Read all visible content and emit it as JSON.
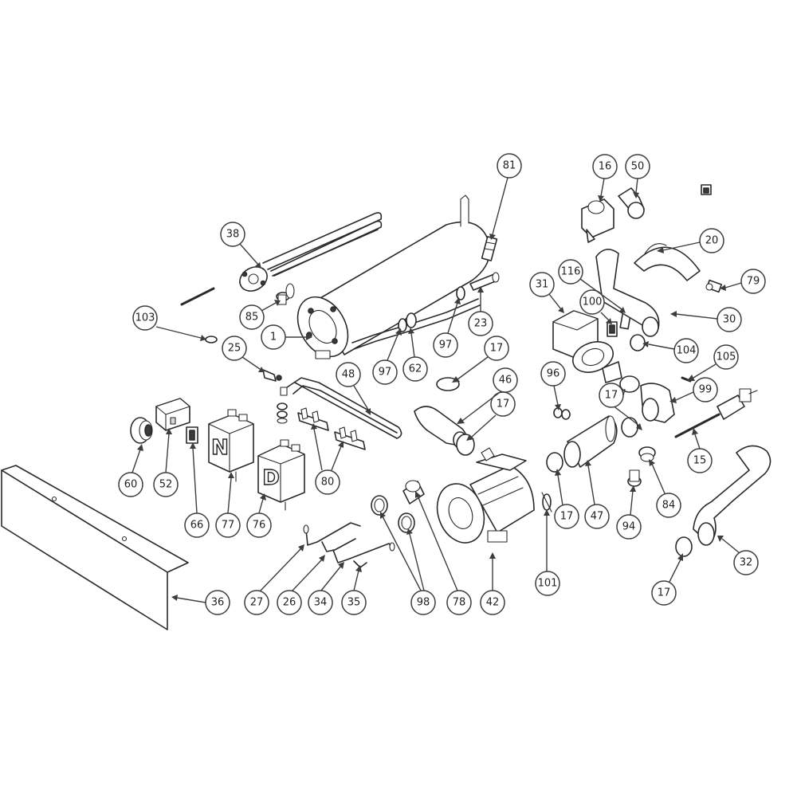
{
  "callouts": [
    {
      "id": "c1",
      "label": "1"
    },
    {
      "id": "c15",
      "label": "15"
    },
    {
      "id": "c16",
      "label": "16"
    },
    {
      "id": "c17a",
      "label": "17"
    },
    {
      "id": "c17b",
      "label": "17"
    },
    {
      "id": "c17c",
      "label": "17"
    },
    {
      "id": "c17d",
      "label": "17"
    },
    {
      "id": "c17e",
      "label": "17"
    },
    {
      "id": "c20",
      "label": "20"
    },
    {
      "id": "c23",
      "label": "23"
    },
    {
      "id": "c25",
      "label": "25"
    },
    {
      "id": "c26",
      "label": "26"
    },
    {
      "id": "c27",
      "label": "27"
    },
    {
      "id": "c30",
      "label": "30"
    },
    {
      "id": "c31",
      "label": "31"
    },
    {
      "id": "c32",
      "label": "32"
    },
    {
      "id": "c34",
      "label": "34"
    },
    {
      "id": "c35",
      "label": "35"
    },
    {
      "id": "c36",
      "label": "36"
    },
    {
      "id": "c38",
      "label": "38"
    },
    {
      "id": "c42",
      "label": "42"
    },
    {
      "id": "c46",
      "label": "46"
    },
    {
      "id": "c47",
      "label": "47"
    },
    {
      "id": "c48",
      "label": "48"
    },
    {
      "id": "c50",
      "label": "50"
    },
    {
      "id": "c52",
      "label": "52"
    },
    {
      "id": "c60",
      "label": "60"
    },
    {
      "id": "c62",
      "label": "62"
    },
    {
      "id": "c66",
      "label": "66"
    },
    {
      "id": "c76",
      "label": "76"
    },
    {
      "id": "c77",
      "label": "77"
    },
    {
      "id": "c78",
      "label": "78"
    },
    {
      "id": "c79",
      "label": "79"
    },
    {
      "id": "c80",
      "label": "80"
    },
    {
      "id": "c81",
      "label": "81"
    },
    {
      "id": "c84",
      "label": "84"
    },
    {
      "id": "c85",
      "label": "85"
    },
    {
      "id": "c94",
      "label": "94"
    },
    {
      "id": "c96",
      "label": "96"
    },
    {
      "id": "c97a",
      "label": "97"
    },
    {
      "id": "c97b",
      "label": "97"
    },
    {
      "id": "c98",
      "label": "98"
    },
    {
      "id": "c99",
      "label": "99"
    },
    {
      "id": "c100",
      "label": "100"
    },
    {
      "id": "c101",
      "label": "101"
    },
    {
      "id": "c103",
      "label": "103"
    },
    {
      "id": "c104",
      "label": "104"
    },
    {
      "id": "c105",
      "label": "105"
    },
    {
      "id": "c116",
      "label": "116"
    }
  ],
  "part_markings": {
    "pressostat_n": "N",
    "pressostat_d": "D"
  }
}
